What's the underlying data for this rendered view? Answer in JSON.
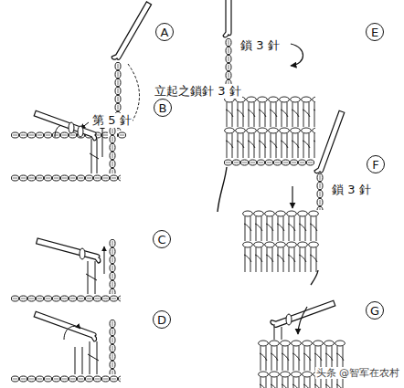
{
  "diagram": {
    "nodes": [
      {
        "text": [
          "A"
        ]
      },
      {
        "text": [
          "B"
        ]
      },
      {
        "text": [
          "C"
        ]
      },
      {
        "text": [
          "D"
        ]
      },
      {
        "text": [
          "E"
        ]
      },
      {
        "text": [
          "F"
        ]
      },
      {
        "text": [
          "G"
        ]
      }
    ],
    "labels": [
      "立起之鎖針 3 針",
      "第 5 針",
      "鎖 3 針",
      "鎖 3 針",
      "头条 @智军在农村"
    ]
  }
}
